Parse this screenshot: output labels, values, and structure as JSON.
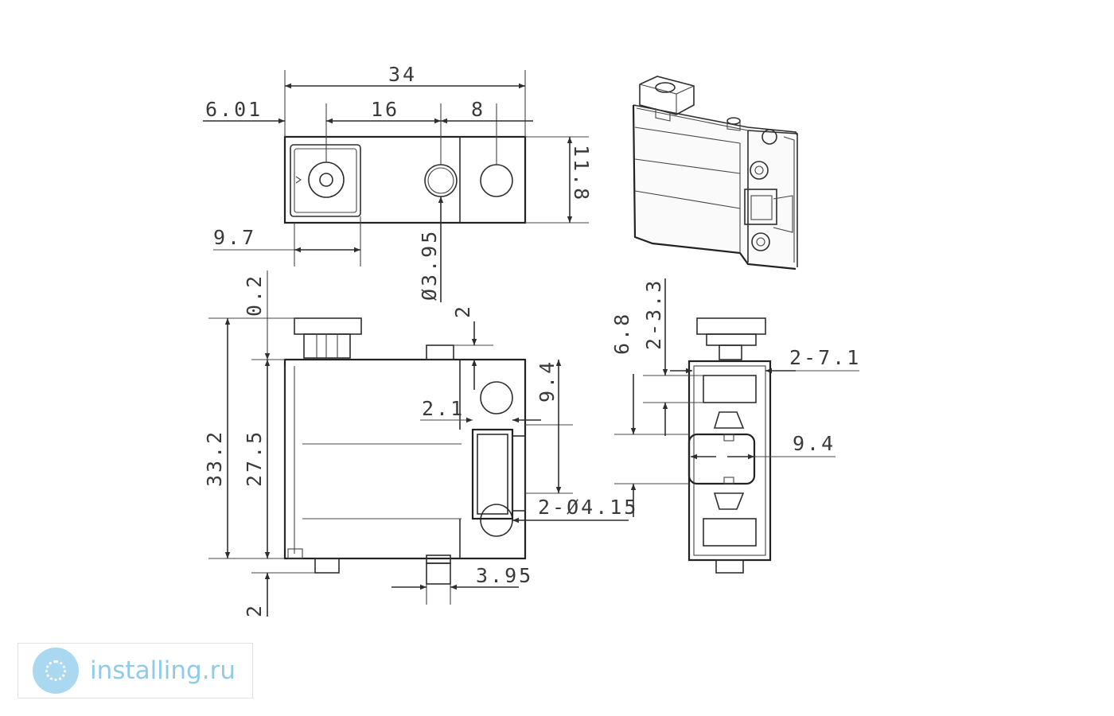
{
  "dimensions": {
    "top_width": "34",
    "top_offset": "6.01",
    "top_pitch": "16",
    "top_pitch2": "8",
    "top_height": "11.8",
    "top_square": "9.7",
    "hole_dia": "Ø3.95",
    "front_top_gap": "0.2",
    "front_total": "33.2",
    "front_body": "27.5",
    "front_pin": "2",
    "front_slot": "2.1",
    "front_pitch": "9.4",
    "front_holes": "2-Ø4.15",
    "front_bottom": "2",
    "front_pin_dia": "3.95",
    "side_height": "6.8",
    "side_step": "2-3.3",
    "side_width": "2-7.1",
    "side_pitch": "9.4"
  },
  "watermark": {
    "text": "installing.ru",
    "color": "#8fcbe9",
    "logo_color": "#a9d8f0"
  }
}
